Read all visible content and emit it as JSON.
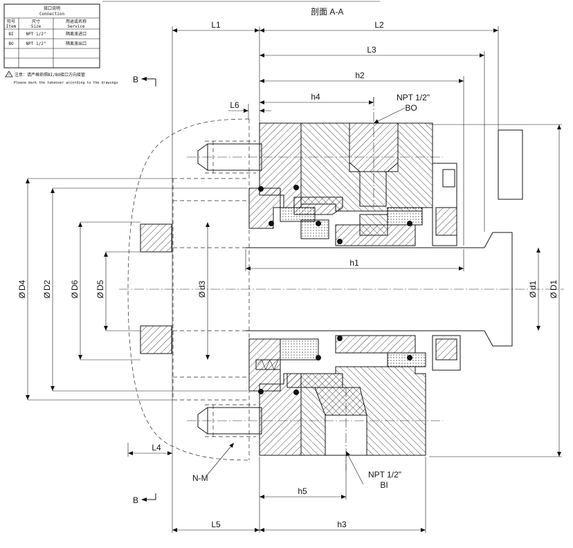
{
  "title": "剖面 A-A",
  "connection_table": {
    "title_cn": "接口说明",
    "title_en": "Connection",
    "headers": [
      {
        "cn": "符号",
        "en": "Item"
      },
      {
        "cn": "尺寸",
        "en": "Size"
      },
      {
        "cn": "用途或名称",
        "en": "Service"
      }
    ],
    "rows": [
      {
        "item": "BI",
        "size": "NPT 1/2\"",
        "service": "隔离液进口"
      },
      {
        "item": "BO",
        "size": "NPT 1/2\"",
        "service": "隔离液出口"
      },
      {
        "item": "",
        "size": "",
        "service": ""
      },
      {
        "item": "",
        "size": "",
        "service": ""
      }
    ],
    "note_cn": "注意：请严格依照BI/BO接口方向接管",
    "note_en": "Please mark the takeover according to the drawings"
  },
  "section_markers": [
    "B",
    "B"
  ],
  "dimensions": {
    "L1": "L1",
    "L2": "L2",
    "L3": "L3",
    "L4": "L4",
    "L5": "L5",
    "L6": "L6",
    "h1": "h1",
    "h2": "h2",
    "h3": "h3",
    "h4": "h4",
    "h5": "h5",
    "D1": "D1",
    "D2": "D2",
    "D4": "D4",
    "D5": "D5",
    "D6": "D6",
    "d1": "d1",
    "d3": "d3",
    "NM": "N-M",
    "diameter_symbol": "Ø"
  },
  "ports": {
    "bo_size": "NPT 1/2\"",
    "bo_code": "BO",
    "bi_size": "NPT 1/2\"",
    "bi_code": "BI"
  }
}
